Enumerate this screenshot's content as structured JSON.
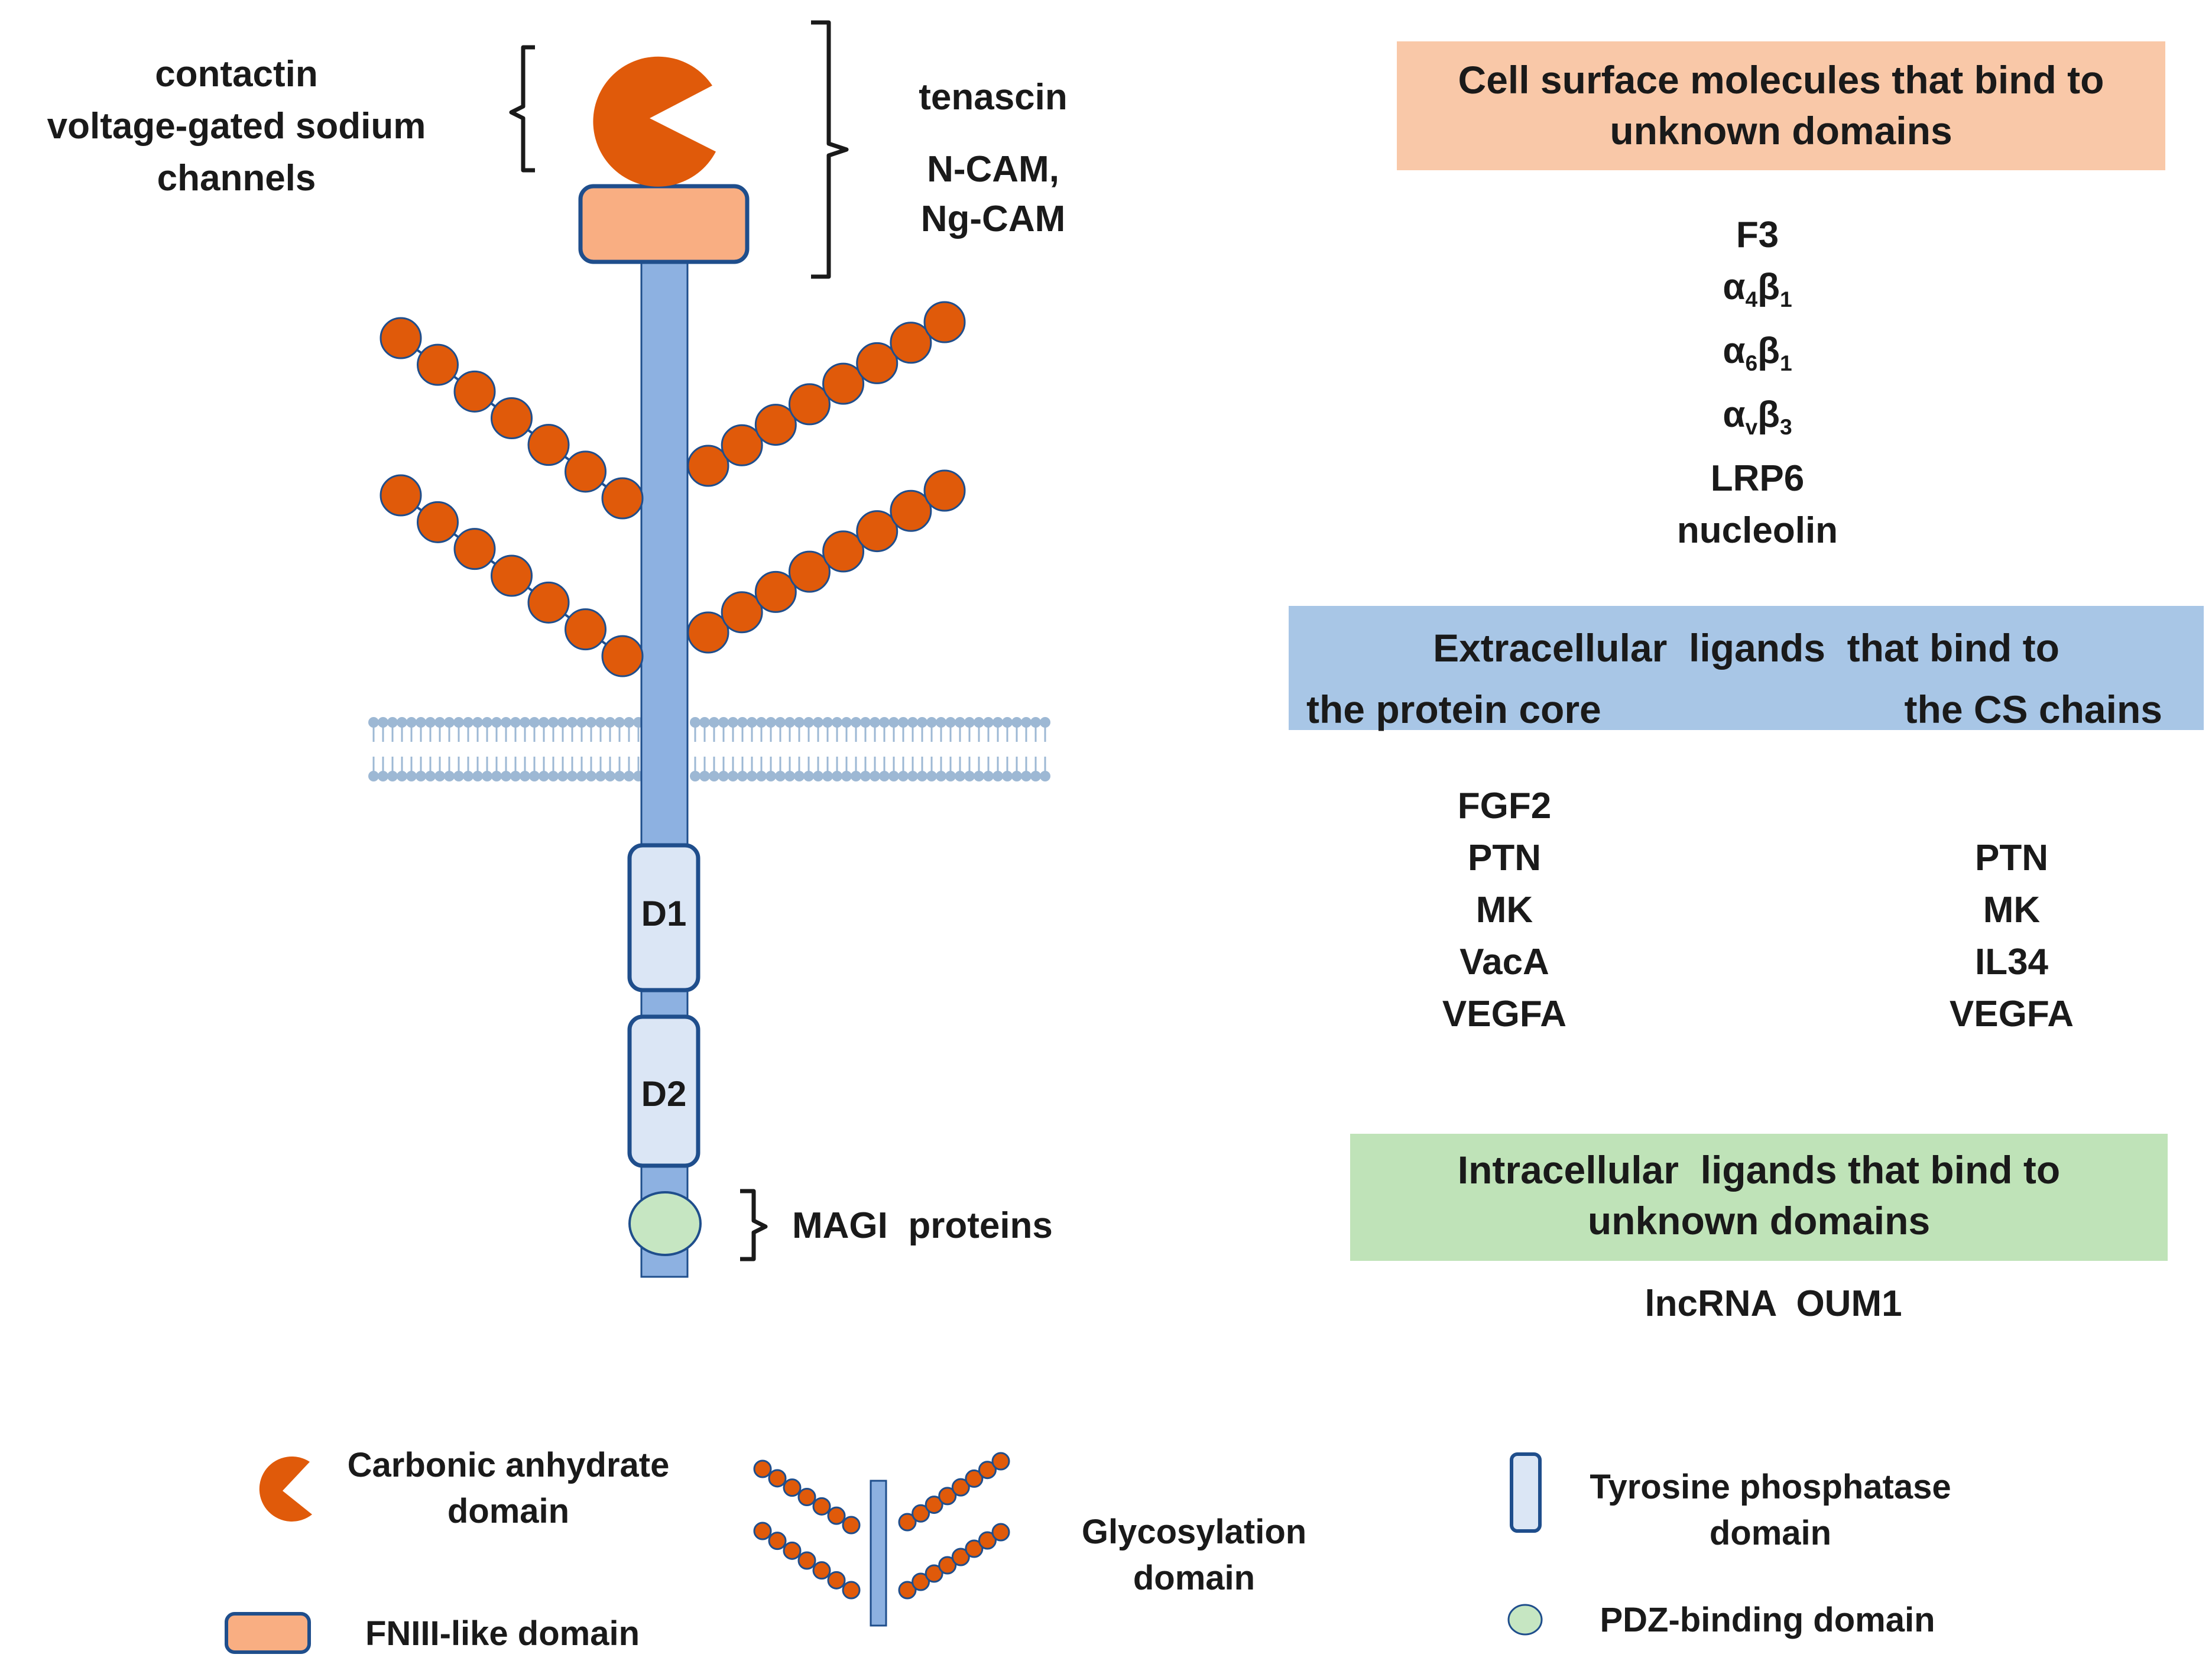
{
  "core_labels": {
    "carbonic_binders": [
      "contactin",
      "voltage-gated sodium",
      "channels"
    ],
    "tenascin": "tenascin",
    "ncam": "N-CAM,",
    "ngcam": "Ng-CAM",
    "d1": "D1",
    "d2": "D2",
    "magi": "MAGI  proteins"
  },
  "panel_cell_surface": {
    "title_line1": "Cell surface molecules that bind to",
    "title_line2": "unknown domains",
    "items": [
      {
        "base": "F3"
      },
      {
        "a": "α",
        "a_sub": "4",
        "b": "β",
        "b_sub": "1"
      },
      {
        "a": "α",
        "a_sub": "6",
        "b": "β",
        "b_sub": "1"
      },
      {
        "a": "α",
        "a_sub": "v",
        "b": "β",
        "b_sub": "3"
      },
      {
        "base": "LRP6"
      },
      {
        "base": "nucleolin"
      }
    ]
  },
  "panel_extracellular": {
    "title": "Extracellular  ligands  that bind to",
    "col_core": "the protein core",
    "col_cs": "the CS chains",
    "core_items": [
      "FGF2",
      "PTN",
      "MK",
      "VacA",
      "VEGFA"
    ],
    "cs_items": [
      "PTN",
      "MK",
      "IL34",
      "VEGFA"
    ]
  },
  "panel_intracellular": {
    "title_line1": "Intracellular  ligands that bind to",
    "title_line2": "unknown domains",
    "items": [
      "lncRNA  OUM1"
    ]
  },
  "legend": {
    "carbonic_line1": "Carbonic anhydrate",
    "carbonic_line2": "domain",
    "fniii": "FNIII-like domain",
    "glyco_line1": "Glycosylation",
    "glyco_line2": "domain",
    "tyrosine_line1": "Tyrosine phosphatase",
    "tyrosine_line2": "domain",
    "pdz": "PDZ-binding domain"
  },
  "colors": {
    "orange": "#e05a0a",
    "fniii_fill": "#f9ae82",
    "stalk": "#8db1e1",
    "border_blue": "#1f4e8c",
    "domain_fill": "#dbe6f5",
    "pdz_fill": "#c6e6c2",
    "membrane": "#9db8d4"
  }
}
